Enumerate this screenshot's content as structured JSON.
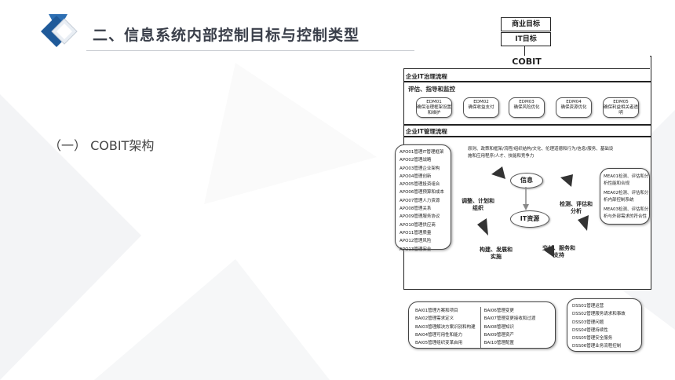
{
  "slide": {
    "title": "二、信息系统内部控制目标与控制类型",
    "subheading": "（一） COBIT架构"
  },
  "diagram": {
    "goals": [
      "商业目标",
      "IT目标"
    ],
    "cobit_label": "COBIT",
    "governance": {
      "label": "企业IT治理流程",
      "sublabel": "评估、指导和监控",
      "edm": [
        {
          "code": "EDM01",
          "text": "确保治理框架设置和维护"
        },
        {
          "code": "EDM02",
          "text": "确保收益支付"
        },
        {
          "code": "EDM03",
          "text": "确保风险优化"
        },
        {
          "code": "EDM04",
          "text": "确保资源优化"
        },
        {
          "code": "EDM05",
          "text": "确保利益相关者透明"
        }
      ]
    },
    "management": {
      "label": "企业IT管理流程",
      "principles": "原则、政策和框架/流程/组织结构/文化、伦理道德和行为/信息/服务、基础设施和应用程序/人才、技能和竞争力",
      "center_top": "信息",
      "center_bottom": "IT资源",
      "cycle": {
        "left": "调整、计划和组织",
        "right": "检测、评估和分析",
        "bottom_left": "构建、发展和实施",
        "bottom_right": "交付、服务和支持"
      }
    },
    "apo": [
      "APO01管理IT管理框架",
      "APO02管理战略",
      "APO03管理企业架构",
      "APO04管理创新",
      "APO05管理投资组合",
      "APO06管理预算和成本",
      "APO07管理人力资源",
      "APO08管理关系",
      "APO09管理服务协议",
      "APO10管理供应商",
      "APO11管理质量",
      "APO12管理风险",
      "APO13管理安全"
    ],
    "mea": [
      "MEA01检测、评估和分析性能和合规",
      "MEA02检测、评估和分析内部控制系统",
      "MEA03检测、评估和分析与外部需求的符合性"
    ],
    "bai": [
      "BAI01管理方案和项目",
      "BAI02管理需求定义",
      "BAI03管理解决方案识别和构建",
      "BAI04管理可用性和能力",
      "BAI05管理组织变革启用",
      "BAI06管理变更",
      "BAI07管理变更接收和过渡",
      "BAI08管理知识",
      "BAI09管理资产",
      "BAI10管理配置"
    ],
    "dss": [
      "DSS01管理运营",
      "DSS02管理服务请求和事故",
      "DSS03管理问题",
      "DSS04管理持续性",
      "DSS05管理安全服务",
      "DSS06管理业务流程控制"
    ]
  }
}
